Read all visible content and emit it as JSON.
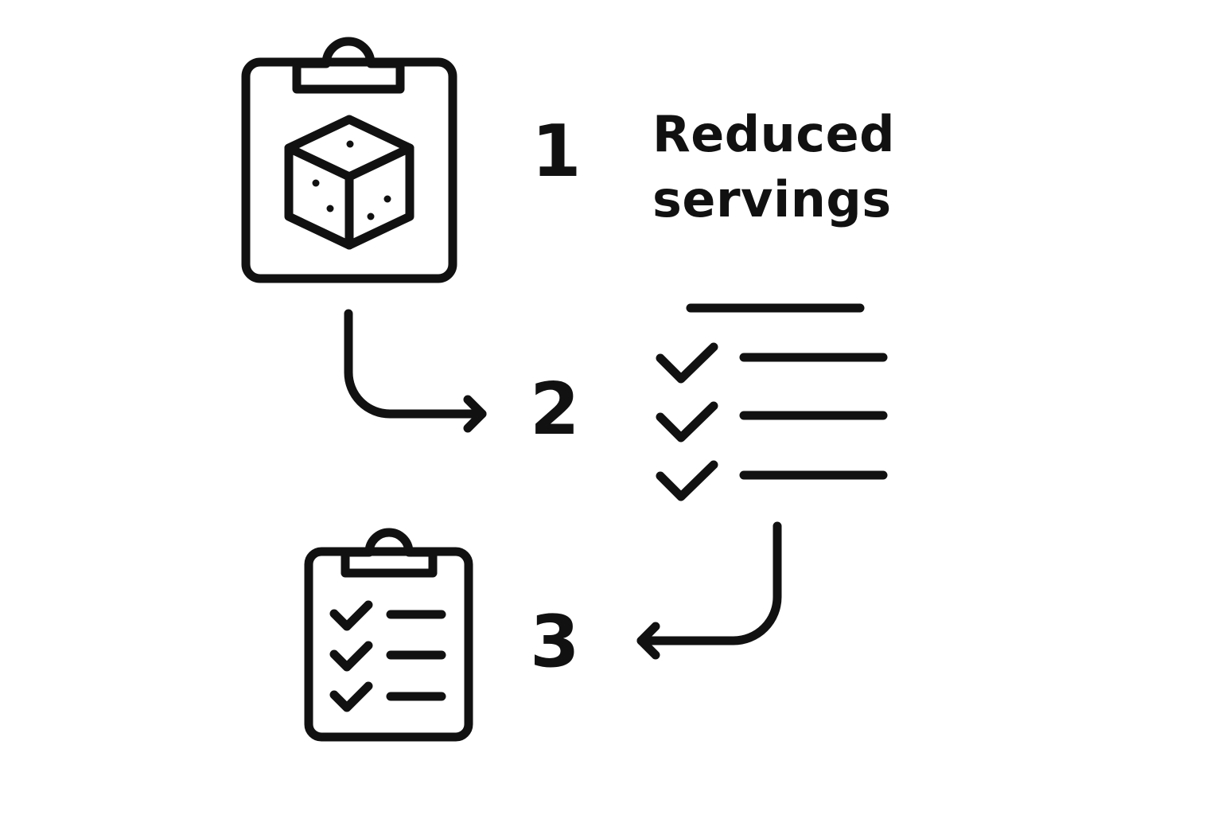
{
  "steps": [
    {
      "number": "1",
      "label_lines": [
        "Reduced",
        "servings"
      ],
      "icon": "clipboard-cube-icon"
    },
    {
      "number": "2",
      "icon": "checklist-icon"
    },
    {
      "number": "3",
      "icon": "clipboard-checklist-icon"
    }
  ],
  "colors": {
    "stroke": "#111111",
    "background": "#ffffff"
  }
}
